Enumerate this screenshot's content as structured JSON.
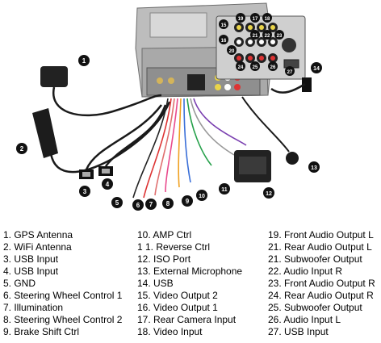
{
  "callouts": [
    "1",
    "2",
    "3",
    "4",
    "5",
    "6",
    "7",
    "8",
    "9",
    "10",
    "11",
    "12",
    "13",
    "14",
    "15",
    "16",
    "17",
    "18",
    "19",
    "20",
    "21",
    "22",
    "23",
    "24",
    "25",
    "26",
    "27"
  ],
  "legend": {
    "col1": [
      "1. GPS Antenna",
      "2. WiFi Antenna",
      "3. USB Input",
      "4. USB Input",
      "5. GND",
      "6. Steering Wheel Control 1",
      "7. Illumination",
      "8. Steering Wheel Control 2",
      "9. Brake Shift Ctrl"
    ],
    "col2": [
      "10. AMP Ctrl",
      "1 1. Reverse Ctrl",
      "12. ISO Port",
      "13. External Microphone",
      "14. USB",
      "15. Video Output 2",
      "16. Video Output 1",
      "17. Rear Camera Input",
      "18. Video Input"
    ],
    "col3": [
      "19. Front Audio Output L",
      "21. Rear Audio Output L",
      "21. Subwoofer Output",
      "22. Audio Input R",
      "23. Front Audio Output R",
      "24. Rear Audio Output R",
      "25. Subwoofer Output",
      "26. Audio Input L",
      "27. USB Input"
    ]
  },
  "colors": {
    "badge": "#111111",
    "badge_text": "#ffffff",
    "metal": "#c9c9c9",
    "cable": "#1a1a1a"
  }
}
